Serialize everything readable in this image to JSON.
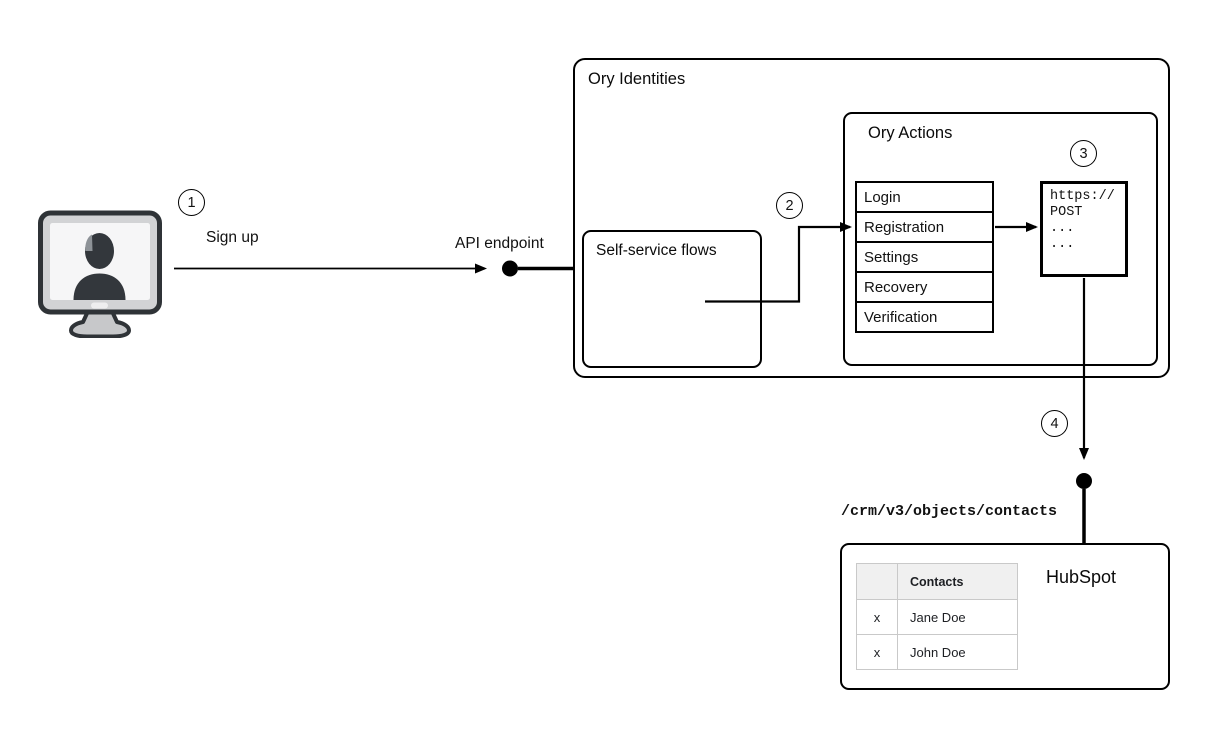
{
  "labels": {
    "sign_up": "Sign up",
    "api_endpoint": "API endpoint",
    "ory_identities": "Ory Identities",
    "self_service_flows": "Self-service flows",
    "ory_actions": "Ory Actions",
    "hubspot": "HubSpot",
    "crm_endpoint_path": "/crm/v3/objects/contacts"
  },
  "steps": [
    "1",
    "2",
    "3",
    "4"
  ],
  "flow_list": [
    "Login",
    "Registration",
    "Settings",
    "Recovery",
    "Verification"
  ],
  "webhook_code": [
    "https://",
    "POST",
    "...",
    "..."
  ],
  "hubspot_table": {
    "header_contacts": "Contacts",
    "rows": [
      {
        "flag": "x",
        "name": "Jane Doe"
      },
      {
        "flag": "x",
        "name": "John Doe"
      }
    ]
  },
  "icons": {
    "user_terminal": "monitor-with-user-silhouette",
    "api_endpoint_node": "filled-circle-connector",
    "hubspot_endpoint_node": "filled-circle-connector"
  },
  "colors": {
    "line": "#000000",
    "box_border": "#000000",
    "table_border_light": "#c9c9c9",
    "table_header_bg": "#f0f0f0",
    "monitor_frame": "#d2d3d5",
    "monitor_screen": "#f6f6f7",
    "silhouette": "#33373c"
  }
}
